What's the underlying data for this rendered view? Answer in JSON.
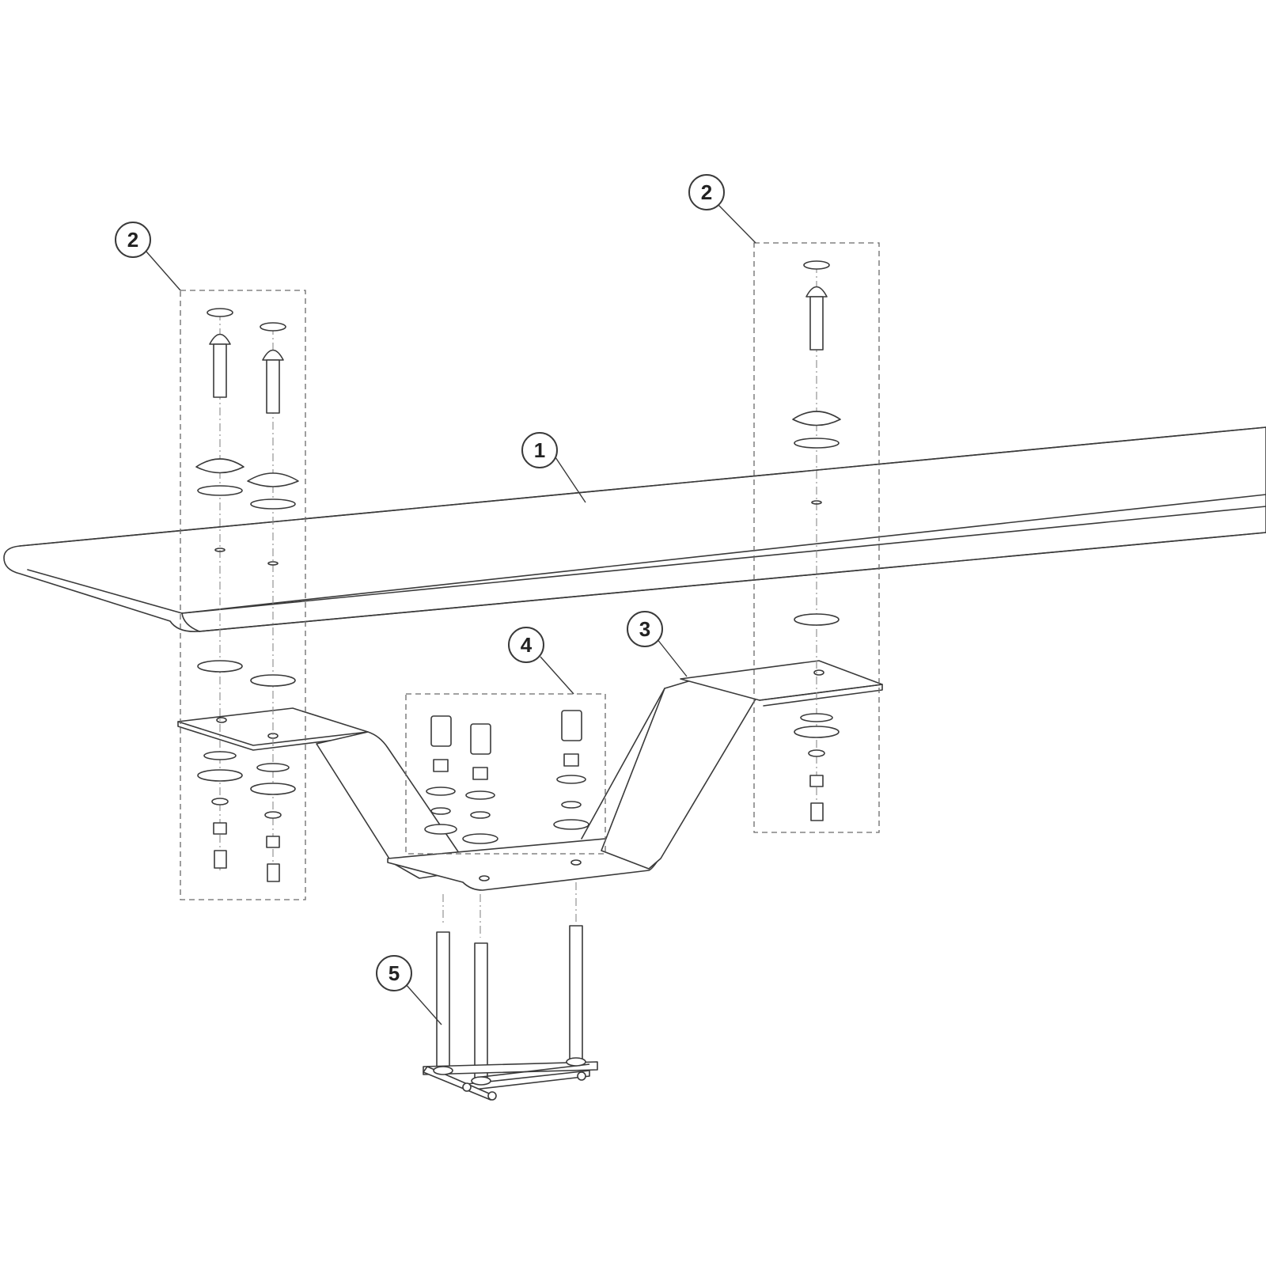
{
  "callouts": {
    "c1": "1",
    "c2_left": "2",
    "c2_right": "2",
    "c3": "3",
    "c4": "4",
    "c5": "5"
  },
  "parts": [
    {
      "number": "1",
      "icon": "diving-board-plank-icon"
    },
    {
      "number": "2",
      "icon": "fastener-kit-icon"
    },
    {
      "number": "3",
      "icon": "board-mounting-bracket-icon"
    },
    {
      "number": "4",
      "icon": "bracket-fastener-kit-icon"
    },
    {
      "number": "5",
      "icon": "anchor-bolt-assembly-icon"
    }
  ],
  "colors": {
    "line": "#3a3a3a",
    "dashed_box": "#6a6a6a",
    "background": "#ffffff"
  }
}
